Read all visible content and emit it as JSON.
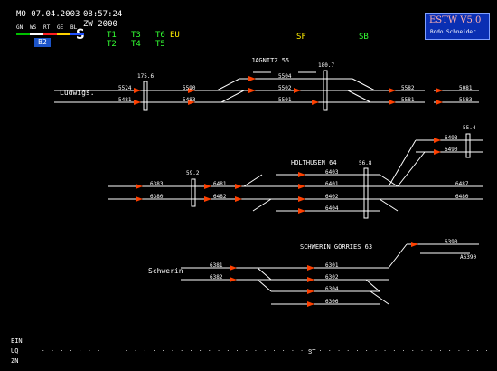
{
  "header": {
    "date": "MO 07.04.2003",
    "time": "08:57:24",
    "zw": "ZW 2000",
    "mode": "S",
    "badge": "B2",
    "colors": [
      {
        "name": "GN",
        "color": "#00c000"
      },
      {
        "name": "WS",
        "color": "#ffffff"
      },
      {
        "name": "RT",
        "color": "#ff2020"
      },
      {
        "name": "GE",
        "color": "#ffd200"
      },
      {
        "name": "BL",
        "color": "#2050ff"
      }
    ],
    "timers": [
      "T1",
      "T3",
      "T6",
      "EU",
      "T2",
      "T4",
      "T5"
    ],
    "sf": "SF",
    "sb": "SB"
  },
  "logo": {
    "title": "ESTW V5.0",
    "author": "Bodo Schneider"
  },
  "stations": {
    "jagnitz": "JAGNITZ 55",
    "holthusen": "HOLTHUSEN 64",
    "schwerin": "SCHWERIN GÖRRIES 63"
  },
  "places": {
    "ludwigs": "Ludwigs.",
    "schwerin": "Schwerin"
  },
  "km": {
    "k1": "175.6",
    "k2": "180.7",
    "k3": "59.2",
    "k4": "56.8",
    "k5": "55.4"
  },
  "tracks": {
    "jagnitz": [
      "5524",
      "5481",
      "5590",
      "5483",
      "5504",
      "5502",
      "5501",
      "5582",
      "5581",
      "5081",
      "5583"
    ],
    "holthusen": [
      "6383",
      "6380",
      "6481",
      "6482",
      "6403",
      "6401",
      "6402",
      "6404",
      "6493",
      "6490",
      "6487",
      "6480"
    ],
    "schwerin": [
      "6381",
      "6382",
      "6301",
      "6302",
      "6304",
      "6306",
      "6390",
      "A6390"
    ]
  },
  "footer": {
    "ein": "EIN",
    "uq": "UQ",
    "zn": "ZN",
    "st": "ST"
  },
  "style": {
    "track_color": "#ffffff",
    "signal_color": "#ff4000",
    "background": "#000000"
  }
}
